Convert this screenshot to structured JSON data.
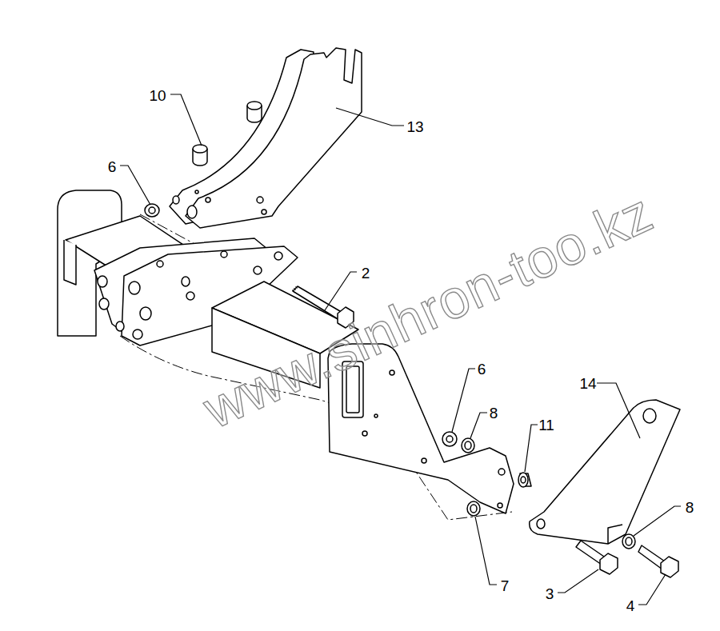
{
  "diagram": {
    "labels": [
      "10",
      "13",
      "6",
      "2",
      "6",
      "8",
      "14",
      "11",
      "8",
      "7",
      "3",
      "4",
      "www.sinhron-too.kz"
    ]
  }
}
